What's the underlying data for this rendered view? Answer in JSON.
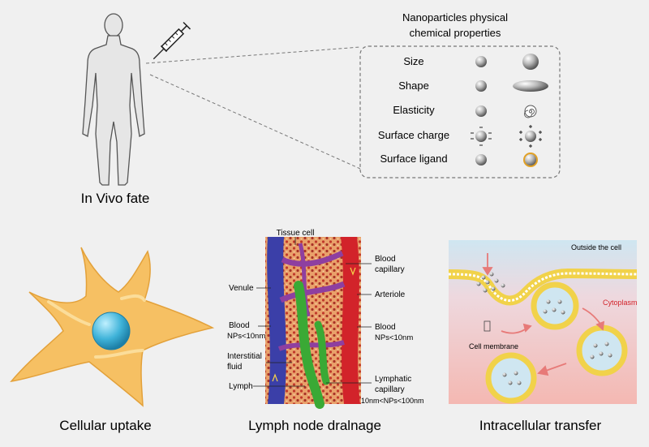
{
  "top": {
    "caption": "In Vivo fate",
    "properties_title_line1": "Nanoparticles physical",
    "properties_title_line2": "chemical properties",
    "properties": [
      "Size",
      "Shape",
      "Elasticity",
      "Surface charge",
      "Surface ligand"
    ]
  },
  "panels": {
    "cellular_uptake": {
      "caption": "Cellular uptake"
    },
    "lymph": {
      "caption": "Lymph node dralnage",
      "tissue_cell": "Tissue cell",
      "venule": "Venule",
      "blood_left": "Blood",
      "np_left": "NPs<10nm",
      "interstitial_1": "Interstitial",
      "interstitial_2": "fluid",
      "lymph": "Lymph",
      "blood_cap_1": "Blood",
      "blood_cap_2": "capillary",
      "arteriole": "Arteriole",
      "blood_right": "Blood",
      "np_right": "NPs<10nm",
      "lymph_cap_1": "Lymphatic",
      "lymph_cap_2": "capillary",
      "lymph_range": "10nm<NPs<100nm"
    },
    "intracellular": {
      "caption": "Intracellular transfer",
      "outside": "Outside the cell",
      "cytoplasm": "Cytoplasm",
      "membrane": "Cell membrane"
    }
  },
  "colors": {
    "background": "#f0f0f0",
    "cell_body": "#f6c063",
    "nucleus": "#3fb3d9",
    "vein": "#3b3fa8",
    "artery": "#d2232a",
    "lymph": "#3aa935",
    "membrane": "#f1d24a",
    "cytoplasm": "#f6c3bd",
    "outside_cell": "#c9e3ef",
    "arrow": "#e77a78"
  },
  "icons": [
    "syringe-icon",
    "human-body-icon",
    "spiral-icon"
  ]
}
